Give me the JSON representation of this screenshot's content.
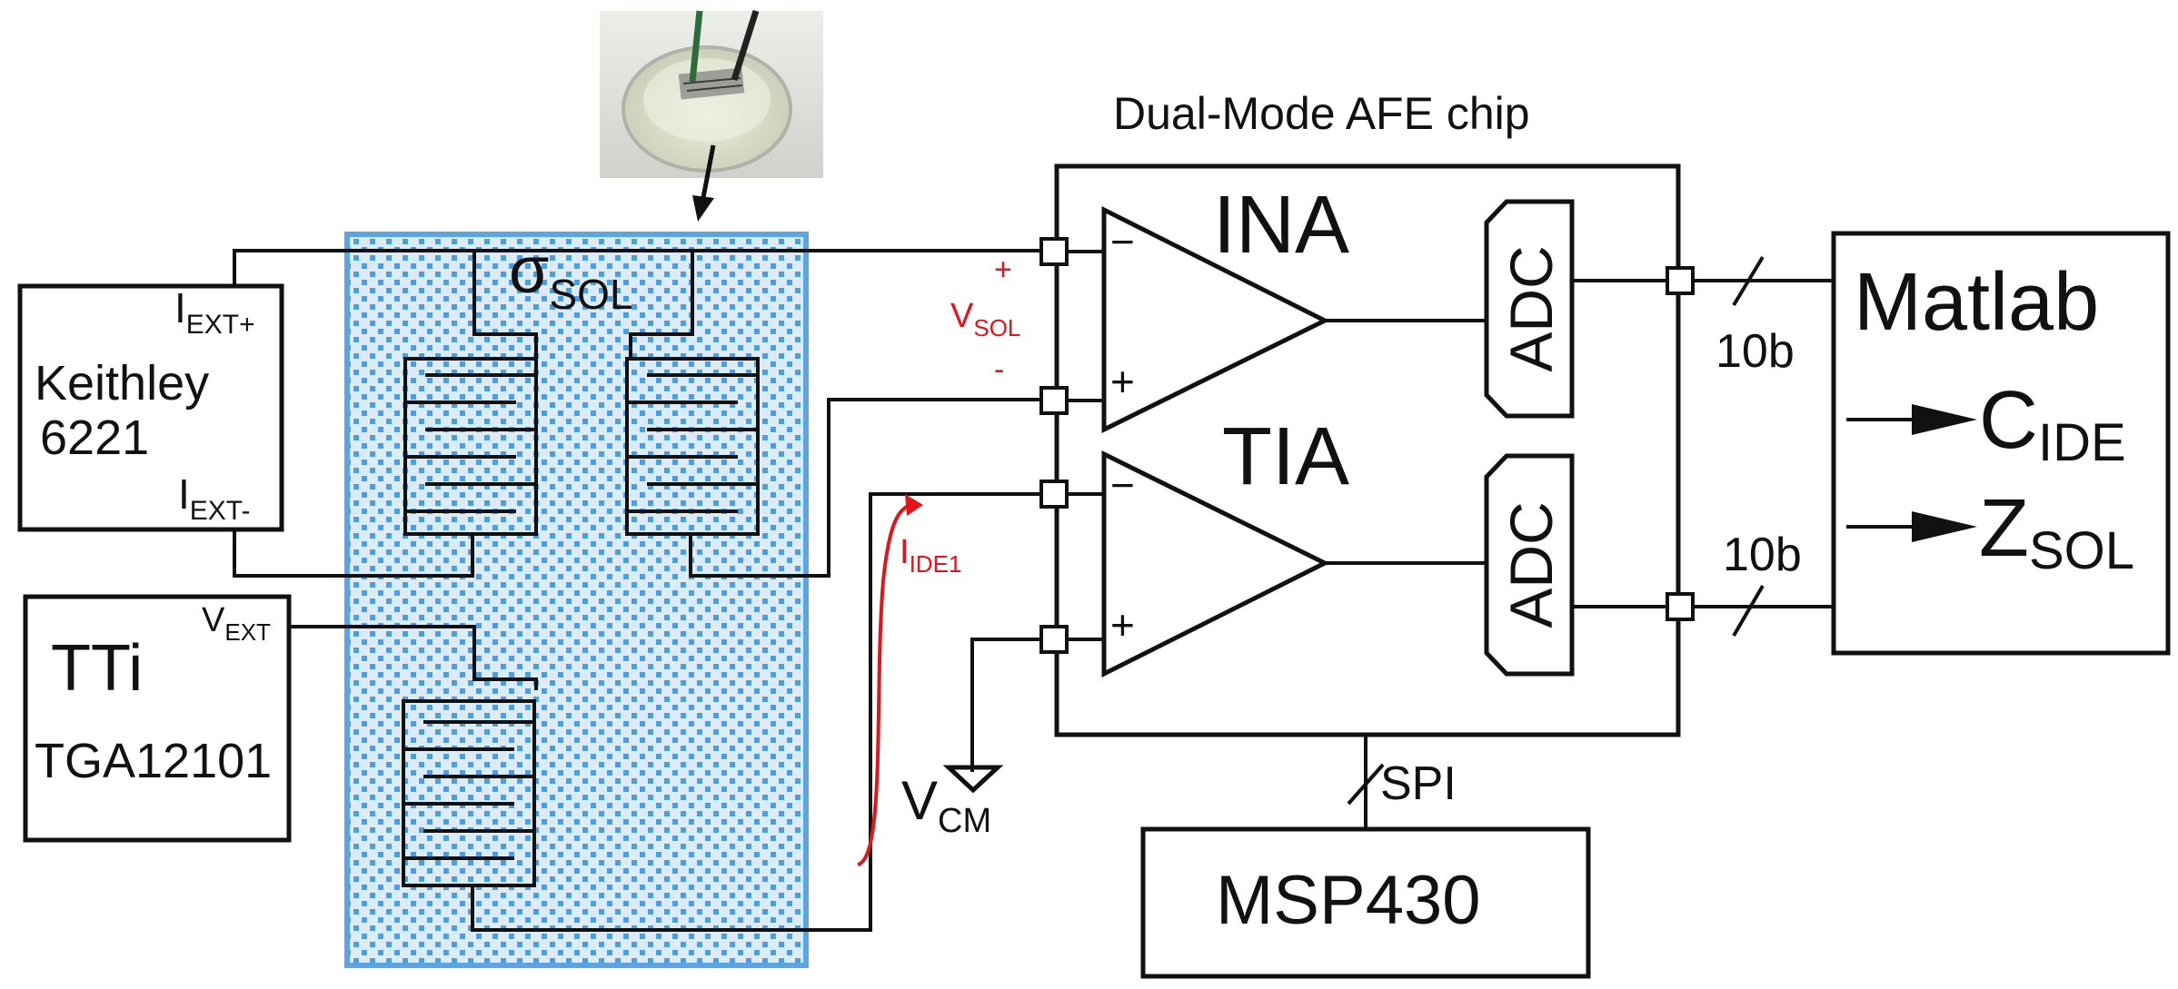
{
  "afe_chip": {
    "title": "Dual-Mode AFE chip",
    "ina_label": "INA",
    "tia_label": "TIA",
    "adc_label": "ADC",
    "plus_sign": "+",
    "minus_sign": "−"
  },
  "keithley": {
    "name_line1": "Keithley",
    "name_line2": "6221",
    "iext_plus": {
      "main": "I",
      "sub": "EXT+"
    },
    "iext_minus": {
      "main": "I",
      "sub": "EXT-"
    }
  },
  "tti": {
    "name_line1": "TTi",
    "name_line2": "TGA12101",
    "vext": {
      "main": "V",
      "sub": "EXT"
    }
  },
  "solution": {
    "sigma": {
      "main": "σ",
      "sub": "SOL"
    },
    "vsol": {
      "main": "V",
      "sub": "SOL"
    },
    "vsol_plus": "+",
    "vsol_minus": "-",
    "iide1": {
      "main": "I",
      "sub": "IDE1"
    }
  },
  "vcm": {
    "main": "V",
    "sub": "CM"
  },
  "bus": {
    "bits_ina": "10b",
    "bits_tia": "10b",
    "spi": "SPI"
  },
  "matlab": {
    "title": "Matlab",
    "out1": {
      "main": "C",
      "sub": "IDE"
    },
    "out2": {
      "main": "Z",
      "sub": "SOL"
    }
  },
  "msp": {
    "label": "MSP430"
  },
  "colors": {
    "line": "#111111",
    "bath_fill": "#dcebf8",
    "bath_dots": "#4a9fe0",
    "bath_border": "#5aa5e2",
    "annotation_red": "#e3141b"
  }
}
